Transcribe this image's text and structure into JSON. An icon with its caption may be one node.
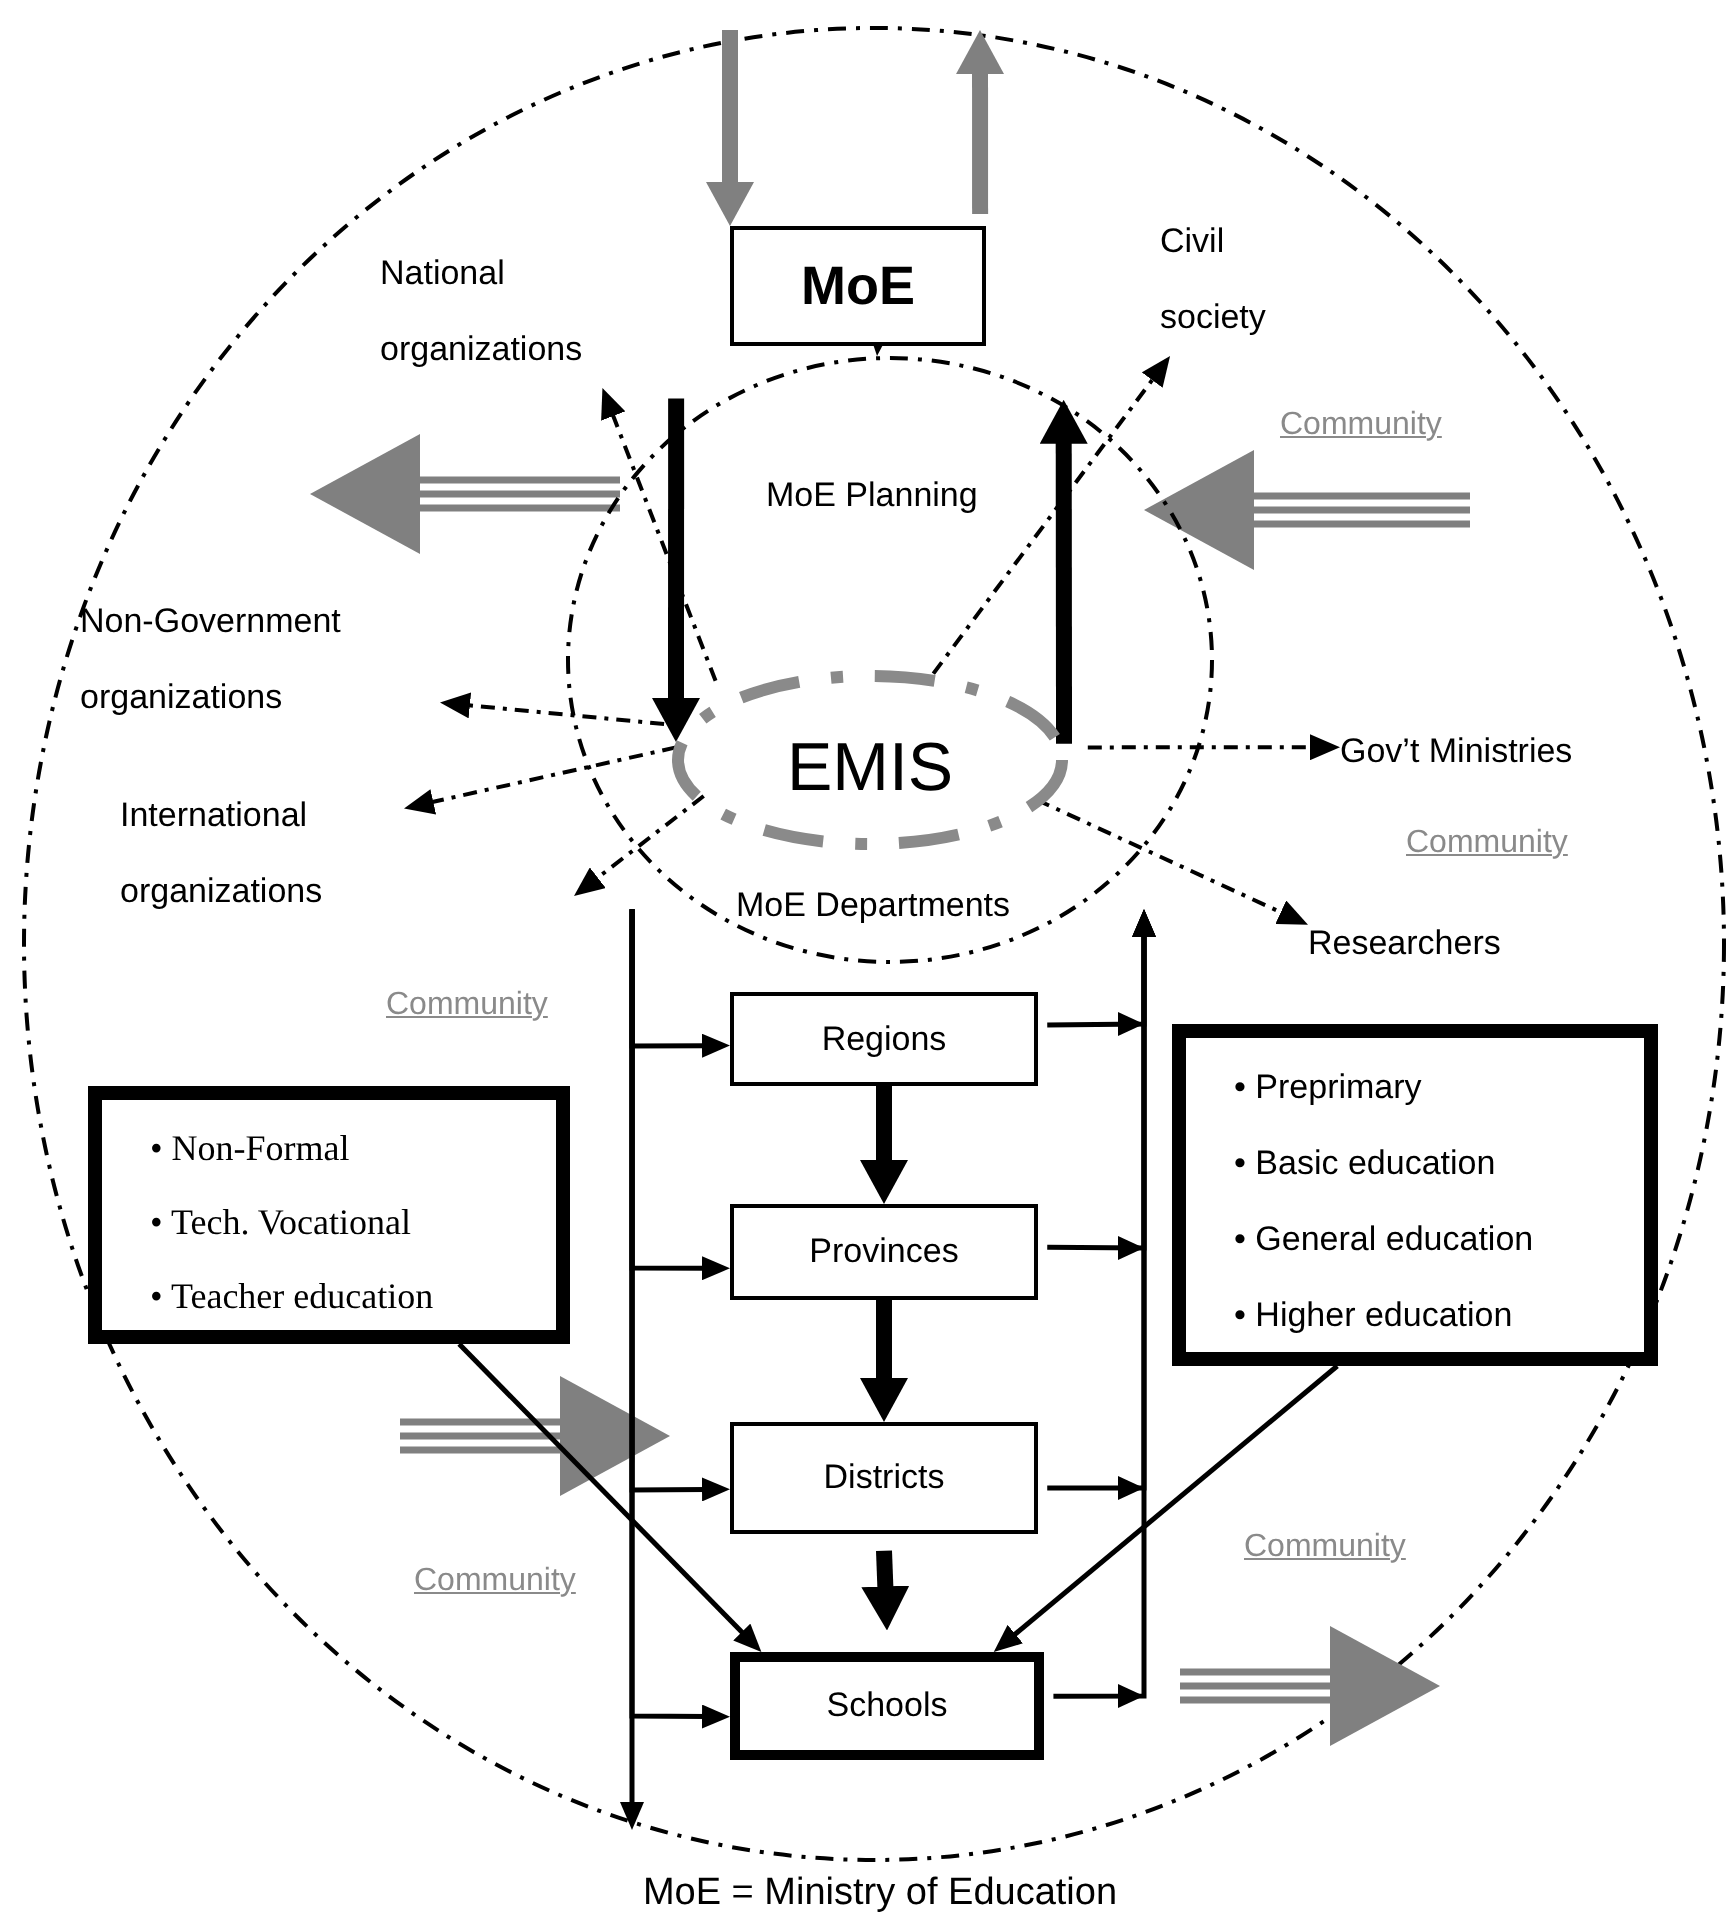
{
  "diagram": {
    "caption": "MoE = Ministry of Education",
    "nodes": [
      {
        "text": [
          "MoE"
        ]
      },
      {
        "text": [
          "MoE Planning",
          "MoE Departments"
        ]
      },
      {
        "text": [
          "EMIS"
        ],
        "in": 1
      },
      {
        "text": [
          "Regions"
        ]
      },
      {
        "text": [
          "Provinces"
        ]
      },
      {
        "text": [
          "Districts"
        ]
      },
      {
        "text": [
          "Schools"
        ]
      },
      {
        "text": [
          "• Non-Formal",
          "• Tech. Vocational",
          "• Teacher education"
        ]
      },
      {
        "text": [
          "•  Preprimary",
          "• Basic education",
          "• General education",
          "• Higher education"
        ]
      },
      {
        "text": [
          "National organizations"
        ]
      },
      {
        "text": [
          "Civil society"
        ]
      },
      {
        "text": [
          "Non-Government organizations"
        ]
      },
      {
        "text": [
          "International organizations"
        ]
      },
      {
        "text": [
          "Gov’t Ministries"
        ]
      },
      {
        "text": [
          "Researchers"
        ]
      }
    ],
    "edges": [
      {
        "from": null,
        "to": 0,
        "arrow": "to",
        "style": "thick",
        "color": "#808080"
      },
      {
        "from": 0,
        "to": null,
        "arrow": "to",
        "style": "thick",
        "color": "#808080"
      },
      {
        "from": 0,
        "to": 1,
        "arrow": "to"
      },
      {
        "from": 1,
        "to": 2,
        "arrow": "to",
        "style": "thick"
      },
      {
        "from": 2,
        "to": 1,
        "arrow": "to",
        "style": "thick"
      },
      {
        "from": 2,
        "to": 9,
        "arrow": "to",
        "style": "dashed"
      },
      {
        "from": 2,
        "to": 10,
        "arrow": "to",
        "style": "dashed"
      },
      {
        "from": 2,
        "to": 11,
        "arrow": "to",
        "style": "dashed"
      },
      {
        "from": 2,
        "to": 12,
        "arrow": "to",
        "style": "dashed"
      },
      {
        "from": 2,
        "to": null,
        "arrow": "to",
        "style": "dashed"
      },
      {
        "from": 2,
        "to": 13,
        "arrow": "to",
        "style": "dashed"
      },
      {
        "from": 2,
        "to": 14,
        "arrow": "to",
        "style": "dashed"
      },
      {
        "from": 1,
        "to": 3,
        "arrow": "to"
      },
      {
        "from": 1,
        "to": 4,
        "arrow": "to"
      },
      {
        "from": 1,
        "to": 5,
        "arrow": "to"
      },
      {
        "from": 1,
        "to": 6,
        "arrow": "to"
      },
      {
        "from": 1,
        "to": null,
        "arrow": "to"
      },
      {
        "from": 3,
        "to": 1,
        "arrow": "to"
      },
      {
        "from": 4,
        "to": 1,
        "arrow": "to"
      },
      {
        "from": 5,
        "to": 1,
        "arrow": "to"
      },
      {
        "from": 6,
        "to": 1,
        "arrow": "to"
      },
      {
        "from": 3,
        "to": 4,
        "arrow": "to",
        "style": "thick"
      },
      {
        "from": 4,
        "to": 5,
        "arrow": "to",
        "style": "thick"
      },
      {
        "from": 5,
        "to": 6,
        "arrow": "to",
        "style": "thick"
      },
      {
        "from": 7,
        "to": 6,
        "arrow": "to"
      },
      {
        "from": 8,
        "to": 6,
        "arrow": "to"
      }
    ],
    "labels": [
      "Community",
      "Community",
      "Community",
      "Community",
      "Community"
    ]
  }
}
